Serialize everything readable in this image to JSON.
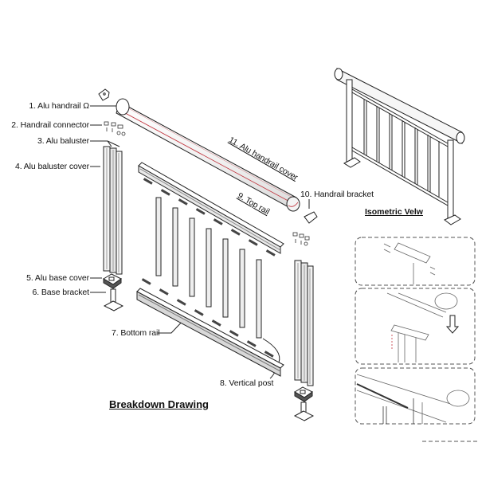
{
  "diagram": {
    "title": "Breakdown Drawing",
    "isometric_title": "Isometric Velw",
    "parts": [
      {
        "id": 1,
        "label": "1. Alu handrail Ω"
      },
      {
        "id": 2,
        "label": "2. Handrail connector"
      },
      {
        "id": 3,
        "label": "3. Alu baluster"
      },
      {
        "id": 4,
        "label": "4. Alu  baluster cover"
      },
      {
        "id": 5,
        "label": "5. Alu base cover"
      },
      {
        "id": 6,
        "label": "6. Base bracket"
      },
      {
        "id": 7,
        "label": "7. Bottom rail"
      },
      {
        "id": 8,
        "label": "8. Vertical post"
      },
      {
        "id": 9,
        "label": "9. Top rail"
      },
      {
        "id": 10,
        "label": "10. Handrail bracket"
      },
      {
        "id": 11,
        "label": "11. Alu handrail cover"
      }
    ],
    "detail_panels": [
      {
        "name": "bracket-mounting-step"
      },
      {
        "name": "handrail-placement-step"
      },
      {
        "name": "assembled-handrail-step"
      }
    ],
    "colors": {
      "line": "#222222",
      "accent_red": "#c0303a",
      "dashed": "#555555",
      "fill": "#eeeeee"
    }
  }
}
